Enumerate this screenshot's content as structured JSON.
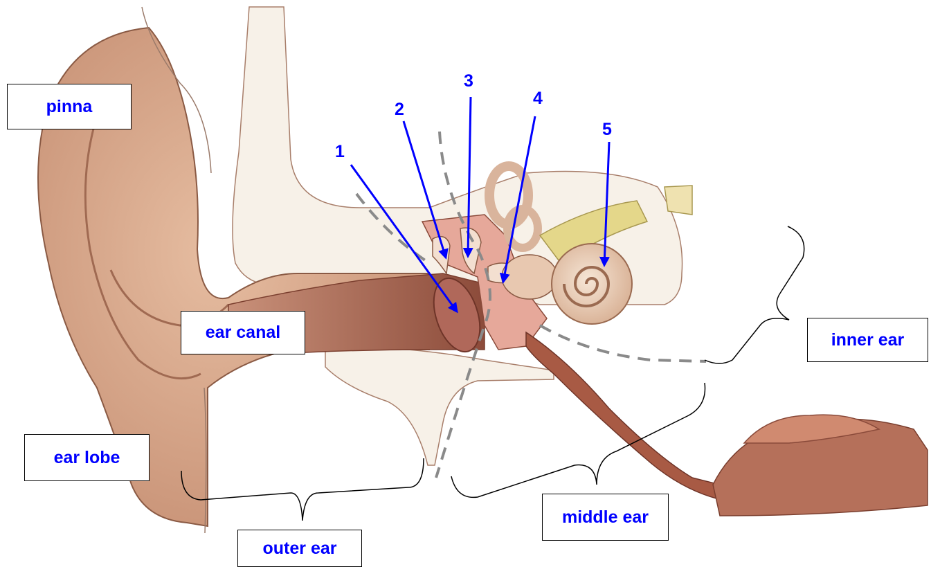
{
  "labels": {
    "pinna": "pinna",
    "ear_canal": "ear canal",
    "ear_lobe": "ear lobe",
    "outer_ear": "outer ear",
    "middle_ear": "middle ear",
    "inner_ear": "inner ear"
  },
  "numbers": [
    "1",
    "2",
    "3",
    "4",
    "5"
  ],
  "colors": {
    "label_text": "#0000ff",
    "arrow": "#0000ff",
    "skin": "#d9a98a",
    "skin_dark": "#b9806a",
    "canal": "#9c5a47",
    "bone": "#f6efe5",
    "nerve": "#e4d78a",
    "divider": "#8a8a8a"
  }
}
